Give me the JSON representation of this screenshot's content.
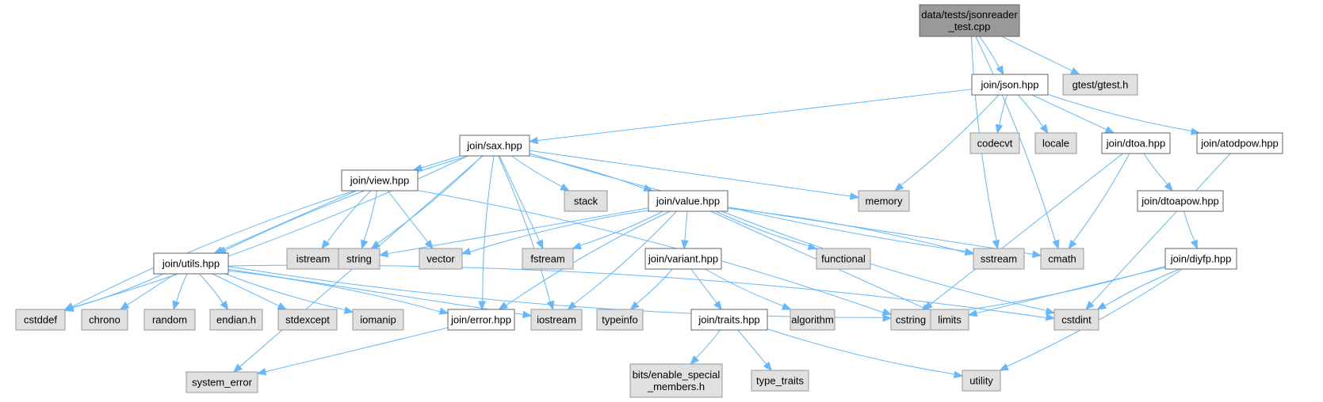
{
  "title": "data/tests/jsonreader_test.cpp include dependency graph",
  "colors": {
    "edge": "#63b8ff",
    "root_fill": "#999999",
    "local_fill": "#ffffff",
    "system_fill": "#e0e0e0",
    "border": "#666666"
  },
  "nodes": [
    {
      "id": "root",
      "label": [
        "data/tests/jsonreader",
        "_test.cpp"
      ],
      "kind": "root"
    },
    {
      "id": "json",
      "label": [
        "join/json.hpp"
      ],
      "kind": "local"
    },
    {
      "id": "gtest",
      "label": [
        "gtest/gtest.h"
      ],
      "kind": "sys"
    },
    {
      "id": "sax",
      "label": [
        "join/sax.hpp"
      ],
      "kind": "local"
    },
    {
      "id": "codecvt",
      "label": [
        "codecvt"
      ],
      "kind": "sys"
    },
    {
      "id": "locale",
      "label": [
        "locale"
      ],
      "kind": "sys"
    },
    {
      "id": "dtoa",
      "label": [
        "join/dtoa.hpp"
      ],
      "kind": "local"
    },
    {
      "id": "atodpow",
      "label": [
        "join/atodpow.hpp"
      ],
      "kind": "local"
    },
    {
      "id": "view",
      "label": [
        "join/view.hpp"
      ],
      "kind": "local"
    },
    {
      "id": "stack",
      "label": [
        "stack"
      ],
      "kind": "sys"
    },
    {
      "id": "value",
      "label": [
        "join/value.hpp"
      ],
      "kind": "local"
    },
    {
      "id": "memory",
      "label": [
        "memory"
      ],
      "kind": "sys"
    },
    {
      "id": "dtoapow",
      "label": [
        "join/dtoapow.hpp"
      ],
      "kind": "local"
    },
    {
      "id": "utils",
      "label": [
        "join/utils.hpp"
      ],
      "kind": "local"
    },
    {
      "id": "istream",
      "label": [
        "istream"
      ],
      "kind": "sys"
    },
    {
      "id": "string",
      "label": [
        "string"
      ],
      "kind": "sys"
    },
    {
      "id": "vector",
      "label": [
        "vector"
      ],
      "kind": "sys"
    },
    {
      "id": "fstream",
      "label": [
        "fstream"
      ],
      "kind": "sys"
    },
    {
      "id": "variant",
      "label": [
        "join/variant.hpp"
      ],
      "kind": "local"
    },
    {
      "id": "functional",
      "label": [
        "functional"
      ],
      "kind": "sys"
    },
    {
      "id": "sstream",
      "label": [
        "sstream"
      ],
      "kind": "sys"
    },
    {
      "id": "cmath",
      "label": [
        "cmath"
      ],
      "kind": "sys"
    },
    {
      "id": "diyfp",
      "label": [
        "join/diyfp.hpp"
      ],
      "kind": "local"
    },
    {
      "id": "cstddef",
      "label": [
        "cstddef"
      ],
      "kind": "sys"
    },
    {
      "id": "chrono",
      "label": [
        "chrono"
      ],
      "kind": "sys"
    },
    {
      "id": "random",
      "label": [
        "random"
      ],
      "kind": "sys"
    },
    {
      "id": "endian",
      "label": [
        "endian.h"
      ],
      "kind": "sys"
    },
    {
      "id": "stdexcept",
      "label": [
        "stdexcept"
      ],
      "kind": "sys"
    },
    {
      "id": "iomanip",
      "label": [
        "iomanip"
      ],
      "kind": "sys"
    },
    {
      "id": "error",
      "label": [
        "join/error.hpp"
      ],
      "kind": "local"
    },
    {
      "id": "iostream",
      "label": [
        "iostream"
      ],
      "kind": "sys"
    },
    {
      "id": "typeinfo",
      "label": [
        "typeinfo"
      ],
      "kind": "sys"
    },
    {
      "id": "traits",
      "label": [
        "join/traits.hpp"
      ],
      "kind": "local"
    },
    {
      "id": "algorithm",
      "label": [
        "algorithm"
      ],
      "kind": "sys"
    },
    {
      "id": "cstring",
      "label": [
        "cstring"
      ],
      "kind": "sys"
    },
    {
      "id": "limits",
      "label": [
        "limits"
      ],
      "kind": "sys"
    },
    {
      "id": "cstdint",
      "label": [
        "cstdint"
      ],
      "kind": "sys"
    },
    {
      "id": "system_error",
      "label": [
        "system_error"
      ],
      "kind": "sys"
    },
    {
      "id": "enable_special",
      "label": [
        "bits/enable_special",
        "_members.h"
      ],
      "kind": "sys"
    },
    {
      "id": "type_traits",
      "label": [
        "type_traits"
      ],
      "kind": "sys"
    },
    {
      "id": "utility",
      "label": [
        "utility"
      ],
      "kind": "sys"
    }
  ],
  "edges": [
    [
      "root",
      "json"
    ],
    [
      "root",
      "gtest"
    ],
    [
      "root",
      "sstream"
    ],
    [
      "root",
      "cmath"
    ],
    [
      "json",
      "sax"
    ],
    [
      "json",
      "codecvt"
    ],
    [
      "json",
      "locale"
    ],
    [
      "json",
      "dtoa"
    ],
    [
      "json",
      "atodpow"
    ],
    [
      "json",
      "memory"
    ],
    [
      "sax",
      "view"
    ],
    [
      "sax",
      "stack"
    ],
    [
      "sax",
      "value"
    ],
    [
      "sax",
      "memory"
    ],
    [
      "sax",
      "utils"
    ],
    [
      "sax",
      "string"
    ],
    [
      "sax",
      "fstream"
    ],
    [
      "sax",
      "sstream"
    ],
    [
      "sax",
      "cstddef"
    ],
    [
      "sax",
      "system_error"
    ],
    [
      "sax",
      "error"
    ],
    [
      "sax",
      "iostream"
    ],
    [
      "view",
      "utils"
    ],
    [
      "view",
      "istream"
    ],
    [
      "view",
      "string"
    ],
    [
      "view",
      "vector"
    ],
    [
      "view",
      "cstddef"
    ],
    [
      "view",
      "cstring"
    ],
    [
      "value",
      "string"
    ],
    [
      "value",
      "vector"
    ],
    [
      "value",
      "fstream"
    ],
    [
      "value",
      "variant"
    ],
    [
      "value",
      "functional"
    ],
    [
      "value",
      "sstream"
    ],
    [
      "value",
      "cmath"
    ],
    [
      "value",
      "error"
    ],
    [
      "value",
      "iostream"
    ],
    [
      "value",
      "limits"
    ],
    [
      "value",
      "cstdint"
    ],
    [
      "variant",
      "typeinfo"
    ],
    [
      "variant",
      "traits"
    ],
    [
      "variant",
      "algorithm"
    ],
    [
      "traits",
      "enable_special"
    ],
    [
      "traits",
      "type_traits"
    ],
    [
      "traits",
      "utility"
    ],
    [
      "utils",
      "cstddef"
    ],
    [
      "utils",
      "chrono"
    ],
    [
      "utils",
      "random"
    ],
    [
      "utils",
      "endian"
    ],
    [
      "utils",
      "stdexcept"
    ],
    [
      "utils",
      "iomanip"
    ],
    [
      "utils",
      "error"
    ],
    [
      "utils",
      "iostream"
    ],
    [
      "utils",
      "cstring"
    ],
    [
      "utils",
      "cstdint"
    ],
    [
      "error",
      "system_error"
    ],
    [
      "dtoa",
      "dtoapow"
    ],
    [
      "dtoa",
      "cmath"
    ],
    [
      "dtoa",
      "cstring"
    ],
    [
      "dtoapow",
      "diyfp"
    ],
    [
      "diyfp",
      "cstring"
    ],
    [
      "diyfp",
      "limits"
    ],
    [
      "diyfp",
      "cstdint"
    ],
    [
      "diyfp",
      "utility"
    ],
    [
      "atodpow",
      "cstdint"
    ]
  ]
}
